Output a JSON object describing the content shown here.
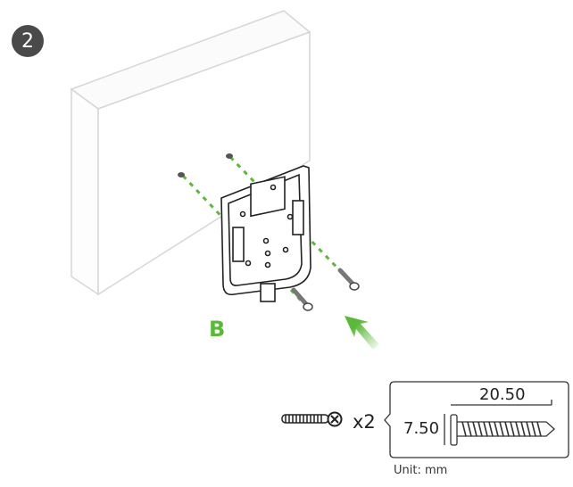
{
  "step": {
    "number": "2"
  },
  "callout_label": "B",
  "colors": {
    "accent_green": "#5cb83a",
    "badge": "#4a4a4a",
    "wall_line": "#d8d8d8",
    "bracket": "#222222"
  },
  "screw_spec": {
    "quantity": "x2",
    "length": "20.50",
    "head_diameter": "7.50",
    "unit": "Unit: mm"
  },
  "icons": [
    "wall-box",
    "mounting-bracket",
    "screw",
    "green-arrow",
    "dashed-guide-line"
  ]
}
